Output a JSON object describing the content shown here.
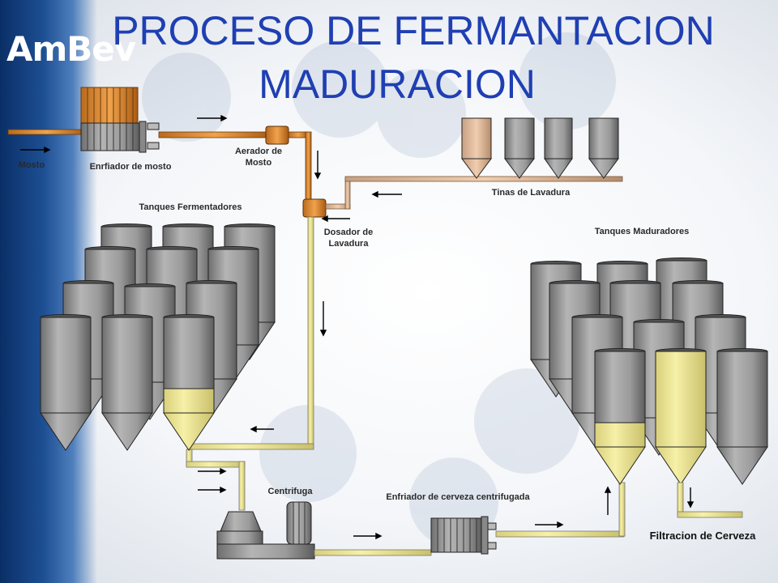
{
  "title": {
    "line1": "PROCESO DE FERMANTACION",
    "line2": "MADURACION"
  },
  "logo": {
    "text": "AmBev",
    "icon": "ambev-logo"
  },
  "labels": {
    "mosto": "Mosto",
    "enfriador_mosto": "Enrfiador de mosto",
    "aerador": "Aerador de Mosto",
    "tinas": "Tinas de Lavadura",
    "tanques_fermentadores": "Tanques Fermentadores",
    "dosador": "Dosador de Lavadura",
    "tanques_maduradores": "Tanques Maduradores",
    "centrifuga": "Centrifuga",
    "enfriador_cerveza": "Enfriador de cerveza centrifugada",
    "filtracion": "Filtracion de Cerveza"
  },
  "colors": {
    "title": "#1f3fb3",
    "pipe": "#f6eda0",
    "hot_pipe": "#e8861a",
    "tank": "#9a9a9a",
    "beer": "#f3ec9a"
  }
}
